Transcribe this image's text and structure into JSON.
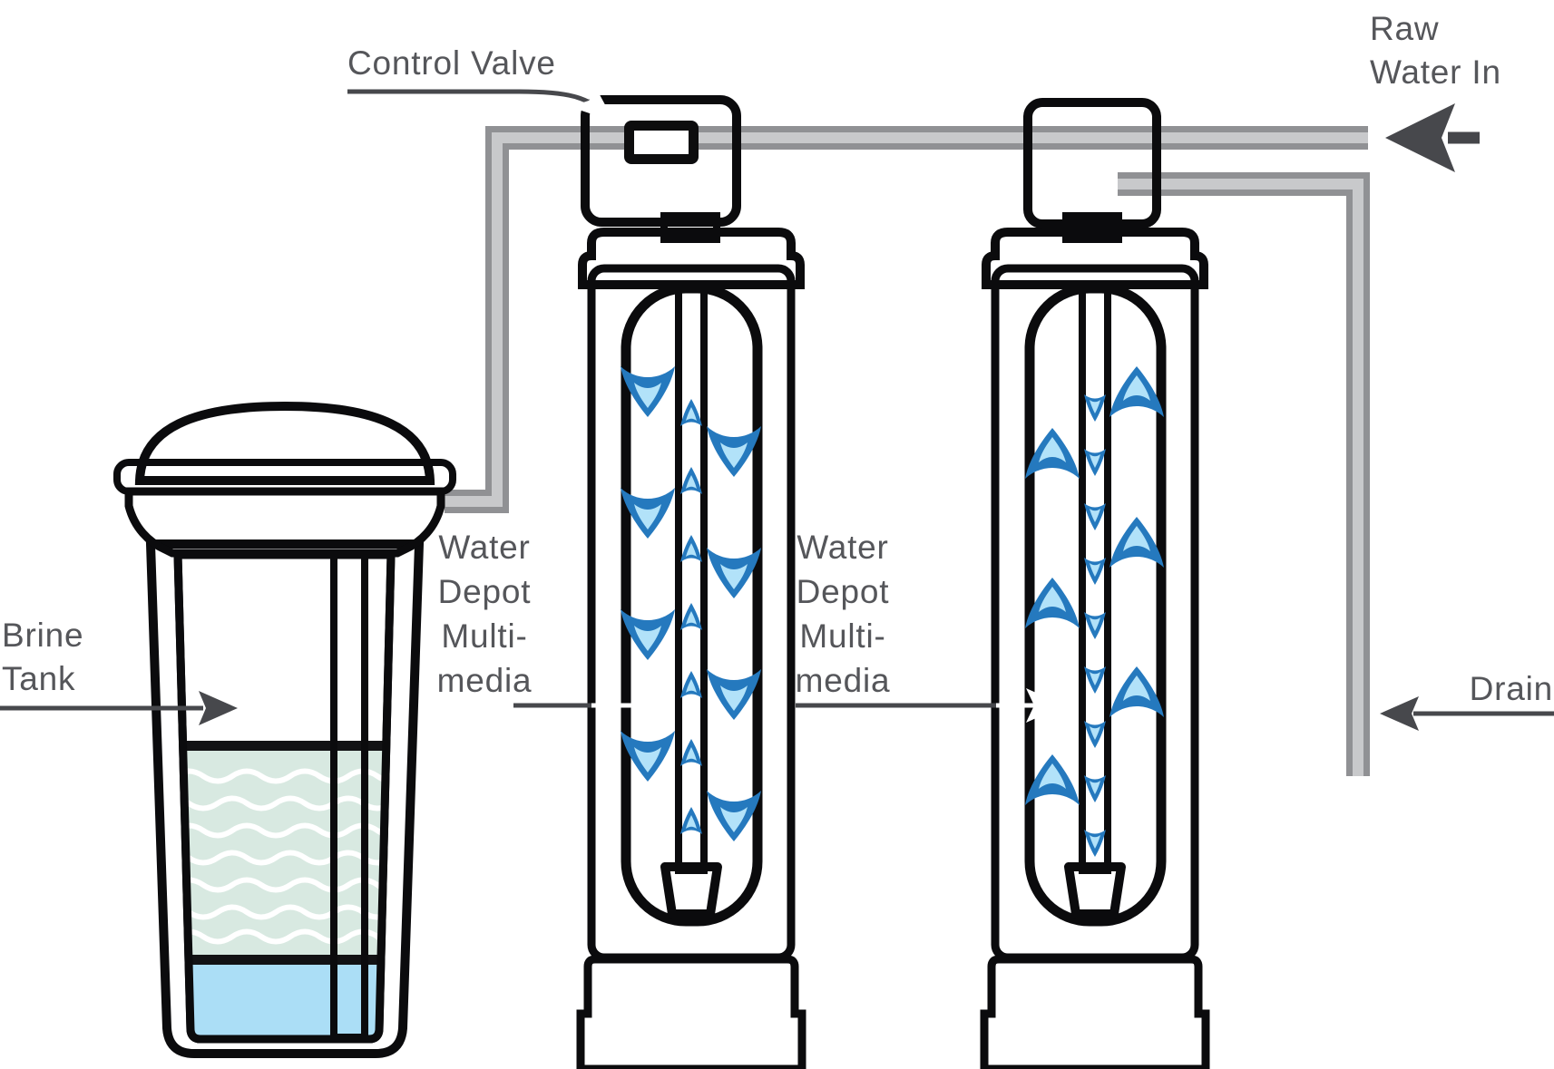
{
  "labels": {
    "control_valve": "Control Valve",
    "raw_water_in": [
      "Raw",
      "Water In"
    ],
    "brine_tank": [
      "Brine",
      "Tank"
    ],
    "tank1_media": [
      "Water",
      "Depot",
      "Multi-",
      "media"
    ],
    "tank2_media": [
      "Water",
      "Depot",
      "Multi-",
      "media"
    ],
    "drain": "Drain"
  },
  "colors": {
    "label_text": "#55565a",
    "annotation_arrow_dark": "#47484c",
    "annotation_arrow_white": "#ffffff",
    "pipe_gray": "#909194",
    "pipe_highlight": "#c8c9cb",
    "media_tube_orange": "#F5A71E",
    "flow_arrow_blue": "#2579BE",
    "flow_arrow_light_blue": "#B2E2F9",
    "tank1_window_gray": "#4E4F52",
    "tank2_window_gray": "#8F9092",
    "hardware_black": "#202124",
    "salt_pale_green": "#d8e9e1",
    "brine_water_blue": "#abdef6",
    "brine_well_gray": "#cdced0",
    "background": "#ffffff"
  },
  "tanks": {
    "tank1": {
      "flow_in_media": "down",
      "flow_in_riser": "up"
    },
    "tank2": {
      "flow_in_media": "up",
      "flow_in_riser": "down"
    }
  }
}
